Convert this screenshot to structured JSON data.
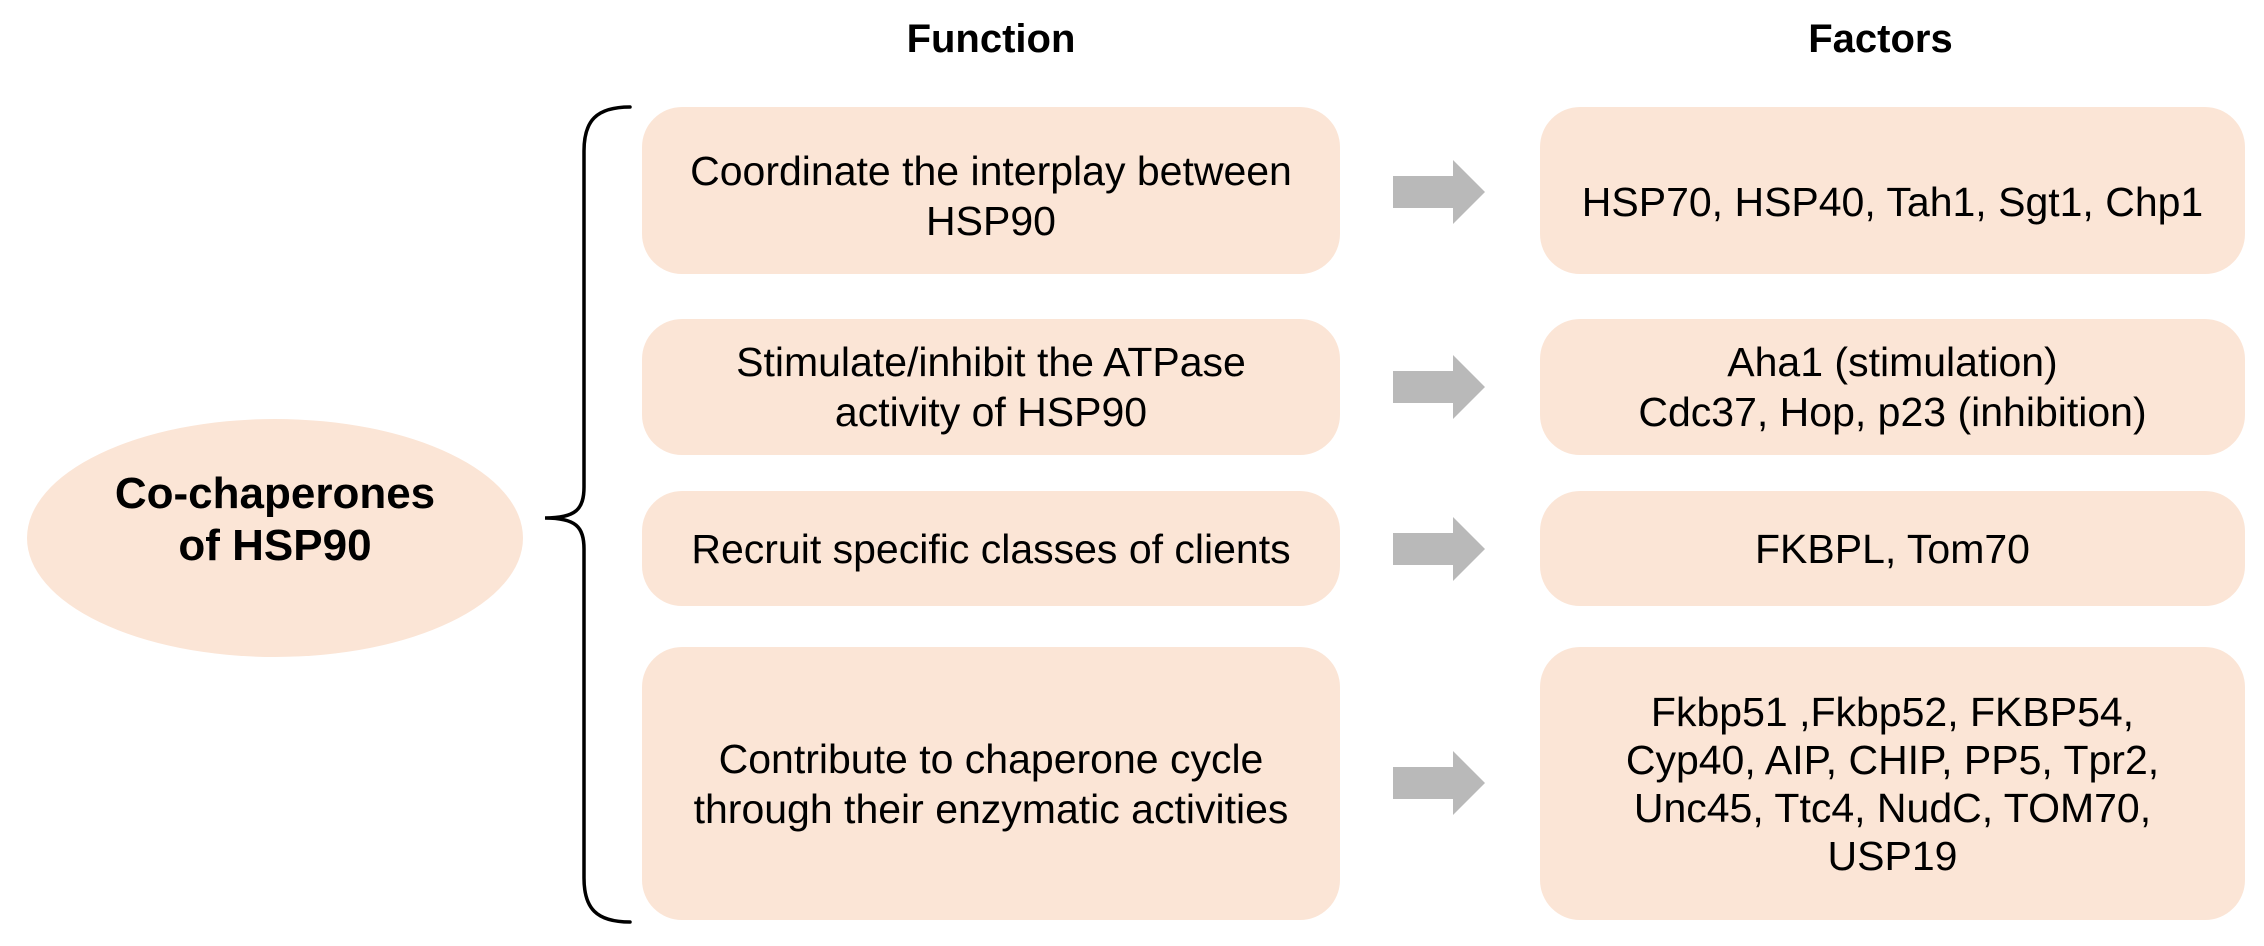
{
  "colors": {
    "background": "#FFFFFF",
    "box_fill": "#FBE5D6",
    "arrow_fill": "#B9B9B9",
    "text": "#000000",
    "brace_line": "#000000"
  },
  "icons": {
    "arrow": "right-arrow"
  },
  "headers": {
    "function": "Function",
    "factors": "Factors"
  },
  "root": {
    "label_lines": [
      "Co-chaperones",
      "of HSP90"
    ]
  },
  "rows": [
    {
      "function_lines": [
        "Coordinate the interplay between",
        "HSP90"
      ],
      "factor_lines": [
        "HSP70, HSP40, Tah1, Sgt1, Chp1"
      ]
    },
    {
      "function_lines": [
        "Stimulate/inhibit the ATPase",
        "activity of HSP90"
      ],
      "factor_lines": [
        "Aha1 (stimulation)",
        "Cdc37, Hop, p23 (inhibition)"
      ]
    },
    {
      "function_lines": [
        "Recruit specific classes of clients"
      ],
      "factor_lines": [
        "FKBPL, Tom70"
      ]
    },
    {
      "function_lines": [
        "Contribute to chaperone cycle",
        "through their enzymatic activities"
      ],
      "factor_lines": [
        "Fkbp51 ,Fkbp52, FKBP54,",
        "Cyp40, AIP, CHIP, PP5, Tpr2,",
        "Unc45, Ttc4, NudC, TOM70,",
        "USP19"
      ]
    }
  ]
}
